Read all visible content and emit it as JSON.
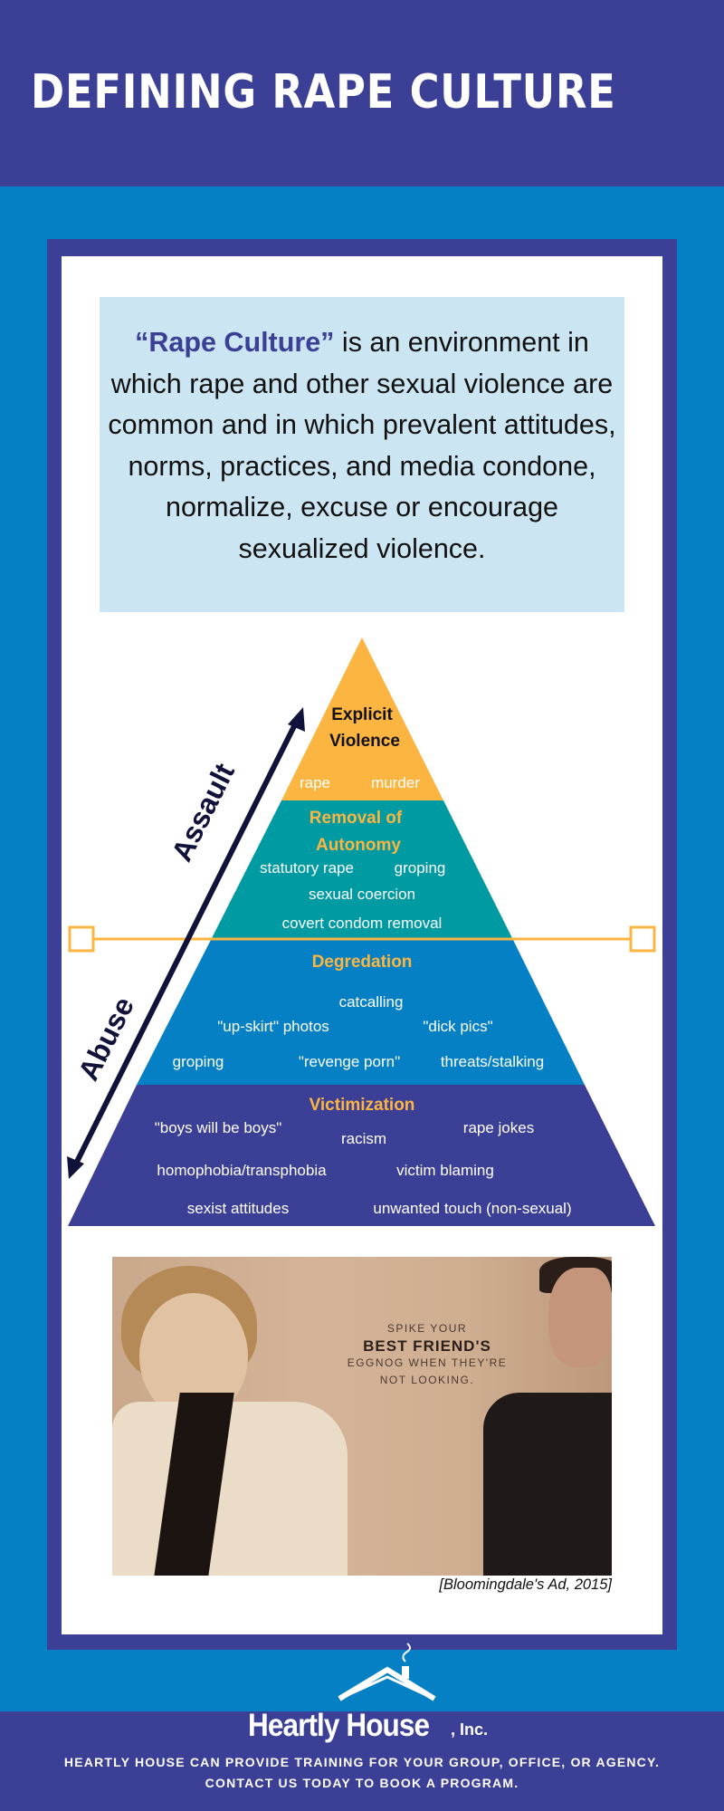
{
  "header": {
    "title": "DEFINING RAPE CULTURE"
  },
  "definition": {
    "term": "“Rape Culture”",
    "text": " is an environment in which rape and other sexual violence are common and in which prevalent attitudes, norms, practices, and media condone, normalize, excuse or encourage sexualized violence."
  },
  "pyramid": {
    "tier1": {
      "title_line1": "Explicit",
      "title_line2": "Violence",
      "items": [
        "rape",
        "murder"
      ]
    },
    "tier2": {
      "title_line1": "Removal of",
      "title_line2": "Autonomy",
      "items": [
        "statutory rape",
        "groping",
        "sexual coercion",
        "covert condom removal"
      ]
    },
    "tier3": {
      "title": "Degredation",
      "items": [
        "catcalling",
        "\"up-skirt\" photos",
        "\"dick pics\"",
        "groping",
        "\"revenge porn\"",
        "threats/stalking"
      ]
    },
    "tier4": {
      "title": "Victimization",
      "items": [
        "\"boys will be boys\"",
        "racism",
        "rape jokes",
        "homophobia/transphobia",
        "victim blaming",
        "sexist attitudes",
        "unwanted touch (non-sexual)"
      ]
    },
    "arrow_labels": {
      "assault": "Assault",
      "abuse": "Abuse"
    }
  },
  "ad": {
    "line1": "SPIKE YOUR",
    "line2": "BEST FRIEND'S",
    "line3": "EGGNOG WHEN THEY'RE",
    "line4": "NOT LOOKING.",
    "caption": "[Bloomingdale's Ad, 2015]"
  },
  "footer": {
    "logo_name": "Heartly House",
    "logo_suffix": ", Inc.",
    "line1": "HEARTLY HOUSE CAN PROVIDE TRAINING FOR YOUR GROUP, OFFICE, OR AGENCY.",
    "line2": "CONTACT US TODAY TO BOOK A PROGRAM."
  },
  "colors": {
    "navy": "#3b3f96",
    "blue": "#0580c4",
    "teal": "#009aa3",
    "orange": "#fbb540",
    "dark_arrow": "#11123a",
    "def_box": "#cbe6f2"
  }
}
